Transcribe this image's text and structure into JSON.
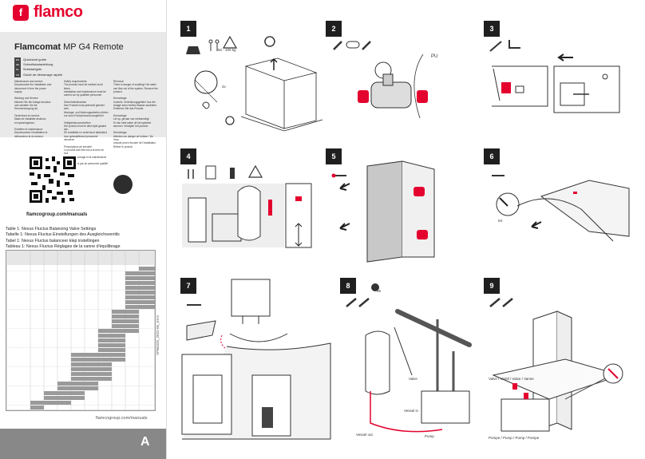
{
  "brand": "flamco",
  "title": {
    "bold": "Flamcomat",
    "rest": "MP G4 Remote"
  },
  "guides": [
    {
      "tag": "EN",
      "text": "Quickstart guide"
    },
    {
      "tag": "DE",
      "text": "Schnellstartanleitung"
    },
    {
      "tag": "NL",
      "text": "Snelstartgids"
    },
    {
      "tag": "FR",
      "text": "Guide de démarrage rapide"
    }
  ],
  "columns": [
    "Maintenance and service\nDepressurise the installation and\ndisconnect it from the power\nsupply.\n\nWartung und Service\nMachen Sie die Anlage drucklos\nund schalten Sie die\nStromversorgung ab.\n\nOnderhoud en service\nMaak de installatie drukloos\nen spanningsloos.\n\nEntretien et maintenance\nDépressurisez l’installation et\ndébranchez-la du secteur.",
    "Safety requirements\nThe product must be earthed at all times.\nInstallation and maintenance must be\ncarried out by qualified personnel.\n\nSicherheitshinweise\nDas Produkt muss jederzeit geerdet sein.\nMontage- und Wartungsarbeiten dürfen\nnur durch Fachpersonal ausgeführt\n\nVeiligheidsvoorschriften\nHet product moet te allen tijde geaard zijn.\nDe installatie en onderhoud uitsluitend\ndoor gekwalificeerd personeel uitvoeren.\n\nPrescriptions de sécurité\nLe produit doit être mis à la terre en tout\ntemps. Le montage et la maintenance doivent\nêtre effectués par du personnel qualifié.",
    "Removal\nThere is danger of scalding! Hot water\ncan flow out of the system. Remove the\nproduct.\n\nDemontage\nVorsicht, Verbrühungsgefahr! Aus der\nAnlage kann heißes Wasser austreten.\nEntfernen Sie das Produkt.\n\nDemontage\nLet op, gevaar van verbranding!\nEr kan heet water uit het systeem\nstromen. Verwijder het product.\n\nDémontage\nAttention au danger de brûlure ! De l’eau\nchaude peut s’écouler de l’installation.\nRetirer le produit."
  ],
  "url": "flamcogroup.com/manuals",
  "table_caption": [
    "Table 1: Nexus Fluctus Balancing Valve Settings",
    "Tabelle 1: Nexus Fluctus Einstellungen des Ausgleichsventils",
    "Tabel 1: Nexus Fluctus balanceer klep instellingen",
    "Tableau 1: Nexus Fluctus Réglages de la vanne d'équilibrage"
  ],
  "doc_code": "XPB0320_2022-06_V3.0",
  "panels": [
    {
      "num": "1",
      "weight": "50 - 100 kg",
      "qty": "4x"
    },
    {
      "num": "2",
      "label": "PU"
    },
    {
      "num": "3"
    },
    {
      "num": "4"
    },
    {
      "num": "5"
    },
    {
      "num": "6",
      "qty": "5X"
    },
    {
      "num": "7"
    },
    {
      "num": "8",
      "rotation": "96",
      "vessel_in": "Vessel in",
      "vessel_out": "Vessel out",
      "pump": "Pump",
      "valve": "Valve"
    },
    {
      "num": "9",
      "valve_label": "Valve / Ventil / Valve / Vanne",
      "pump_label": "Pompe / Pump / Pomp / Pompe"
    }
  ]
}
